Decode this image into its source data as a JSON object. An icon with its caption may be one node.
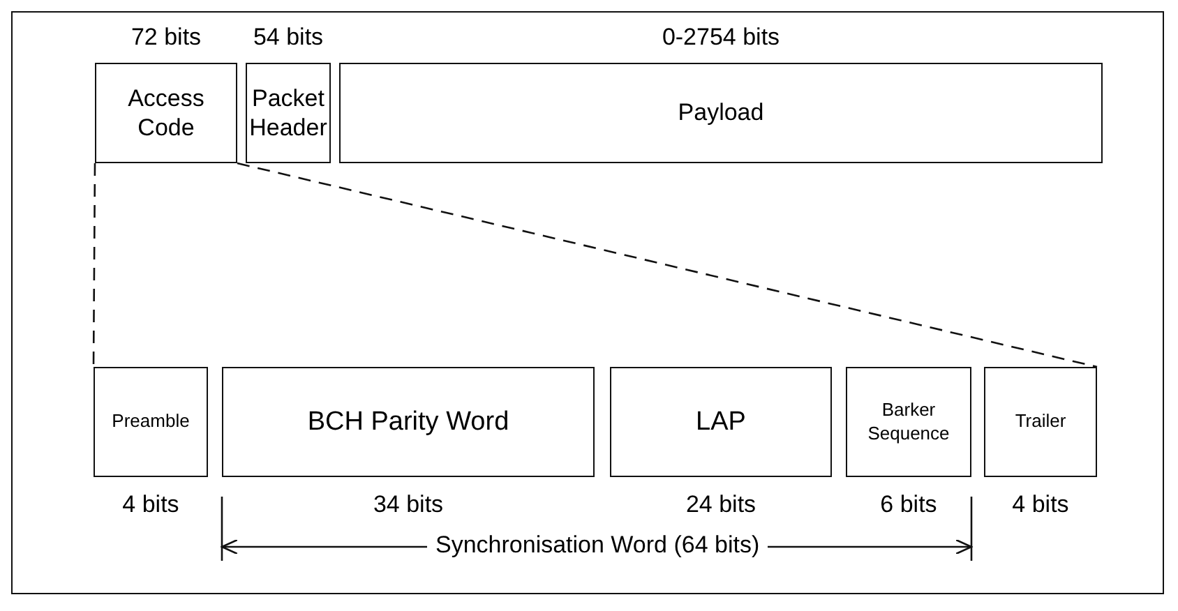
{
  "diagram": {
    "nodes": [
      {
        "text": [
          "Access Code"
        ],
        "beside": [
          "72 bits"
        ]
      },
      {
        "text": [
          "Packet Header"
        ],
        "beside": [
          "54 bits"
        ]
      },
      {
        "text": [
          "Payload"
        ],
        "beside": [
          "0-2754 bits"
        ]
      },
      {
        "text": [
          "Preamble"
        ],
        "beside": [
          "4 bits"
        ]
      },
      {
        "text": [
          "BCH Parity Word"
        ],
        "beside": [
          "34 bits"
        ]
      },
      {
        "text": [
          "LAP"
        ],
        "beside": [
          "24 bits"
        ]
      },
      {
        "text": [
          "Barker Sequence"
        ],
        "beside": [
          "6 bits"
        ]
      },
      {
        "text": [
          "Trailer"
        ],
        "beside": [
          "4 bits"
        ]
      }
    ],
    "edges": [
      {
        "from": 0,
        "to": 3,
        "arrow": "none",
        "style": "dashed"
      },
      {
        "from": 0,
        "to": 7,
        "arrow": "none",
        "style": "dashed"
      }
    ],
    "labels": [
      "Synchronisation Word (64 bits)"
    ]
  }
}
